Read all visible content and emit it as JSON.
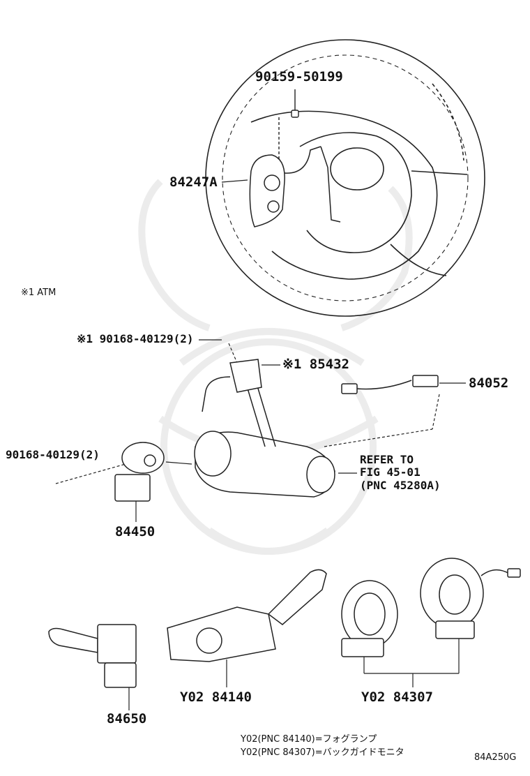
{
  "labels": {
    "p90159": "90159-50199",
    "p84247a": "84247A",
    "atm_note": "※1 ATM",
    "p90168_top": "※1 90168-40129(2)",
    "p85432": "※1 85432",
    "p84052": "84052",
    "p90168_left": "90168-40129(2)",
    "refer_line1": "REFER TO",
    "refer_line2": "FIG 45-01",
    "refer_line3": "(PNC 45280A)",
    "p84450": "84450",
    "p84650": "84650",
    "p84140": "Y02 84140",
    "p84307": "Y02 84307"
  },
  "footnotes": {
    "line1": "Y02(PNC 84140)=フォグランプ",
    "line2": "Y02(PNC 84307)=バックガイドモニタ"
  },
  "figure_code": "84A250G"
}
